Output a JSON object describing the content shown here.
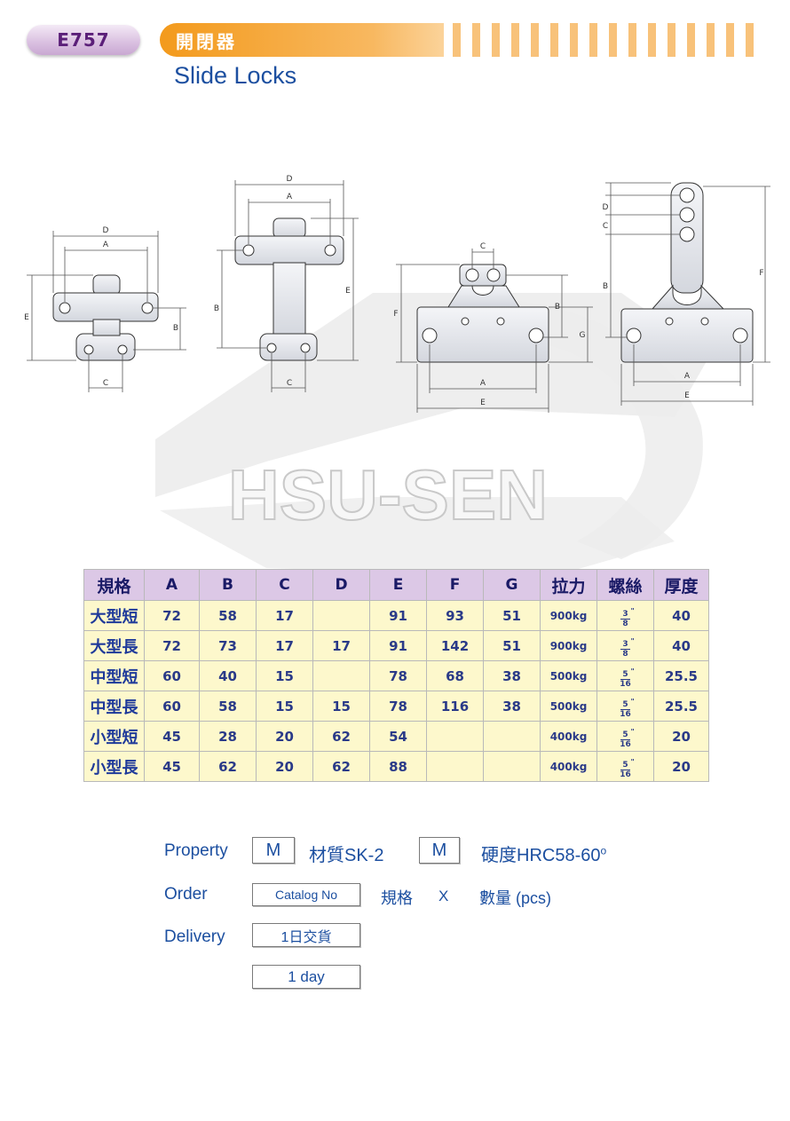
{
  "header": {
    "code": "E757",
    "title_zh": "開閉器",
    "title_en": "Slide Locks"
  },
  "watermark": {
    "text": "HSU-SEN"
  },
  "dimension_labels": {
    "a": "A",
    "b": "B",
    "c": "C",
    "d": "D",
    "e": "E",
    "f": "F",
    "g": "G"
  },
  "table": {
    "headers": [
      "規格",
      "A",
      "B",
      "C",
      "D",
      "E",
      "F",
      "G",
      "拉力",
      "螺絲",
      "厚度"
    ],
    "rows": [
      {
        "name": "大型短",
        "a": "72",
        "b": "58",
        "c": "17",
        "d": "",
        "e": "91",
        "f": "93",
        "g": "51",
        "force": "900kg",
        "screw_num": "3",
        "screw_den": "8",
        "thickness": "40"
      },
      {
        "name": "大型長",
        "a": "72",
        "b": "73",
        "c": "17",
        "d": "17",
        "e": "91",
        "f": "142",
        "g": "51",
        "force": "900kg",
        "screw_num": "3",
        "screw_den": "8",
        "thickness": "40"
      },
      {
        "name": "中型短",
        "a": "60",
        "b": "40",
        "c": "15",
        "d": "",
        "e": "78",
        "f": "68",
        "g": "38",
        "force": "500kg",
        "screw_num": "5",
        "screw_den": "16",
        "thickness": "25.5"
      },
      {
        "name": "中型長",
        "a": "60",
        "b": "58",
        "c": "15",
        "d": "15",
        "e": "78",
        "f": "116",
        "g": "38",
        "force": "500kg",
        "screw_num": "5",
        "screw_den": "16",
        "thickness": "25.5"
      },
      {
        "name": "小型短",
        "a": "45",
        "b": "28",
        "c": "20",
        "d": "62",
        "e": "54",
        "f": "",
        "g": "",
        "force": "400kg",
        "screw_num": "5",
        "screw_den": "16",
        "thickness": "20"
      },
      {
        "name": "小型長",
        "a": "45",
        "b": "62",
        "c": "20",
        "d": "62",
        "e": "88",
        "f": "",
        "g": "",
        "force": "400kg",
        "screw_num": "5",
        "screw_den": "16",
        "thickness": "20"
      }
    ],
    "inch_mark": "\""
  },
  "info": {
    "property_label": "Property",
    "property_code1": "M",
    "material": "材質SK-2",
    "property_code2": "M",
    "hardness": "硬度HRC58-60",
    "hardness_sup": "o",
    "order_label": "Order",
    "catalog_no": "Catalog No",
    "spec_label": "規格",
    "times": "X",
    "quantity": "數量 (pcs)",
    "delivery_label": "Delivery",
    "delivery_zh": "1日交貨",
    "delivery_en": "1 day"
  },
  "colors": {
    "code_text": "#5b1f79",
    "title_bar": "#f39a1c",
    "subtitle": "#1c4fa0",
    "table_header_bg": "#dcc8e6",
    "table_cell_bg": "#fdf8cc"
  }
}
